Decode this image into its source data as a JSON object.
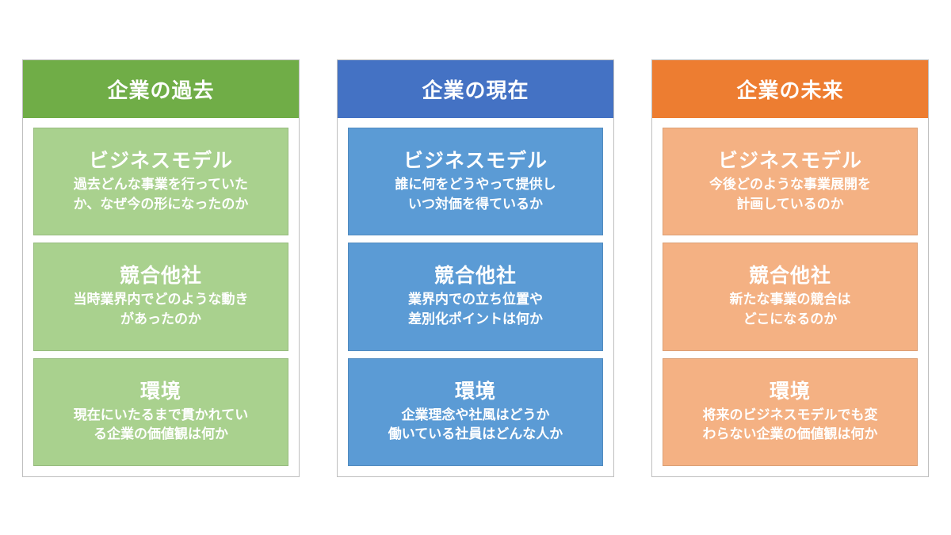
{
  "columns": [
    {
      "title": "企業の過去",
      "header_color": "#70ad47",
      "card_color": "#a9d18e",
      "cards": [
        {
          "title": "ビジネスモデル",
          "desc": "過去どんな事業を行っていた\nか、なぜ今の形になったのか"
        },
        {
          "title": "競合他社",
          "desc": "当時業界内でどのような動き\nがあったのか"
        },
        {
          "title": "環境",
          "desc": "現在にいたるまで貫かれてい\nる企業の価値観は何か"
        }
      ]
    },
    {
      "title": "企業の現在",
      "header_color": "#4472c4",
      "card_color": "#5b9bd5",
      "cards": [
        {
          "title": "ビジネスモデル",
          "desc": "誰に何をどうやって提供し\nいつ対価を得ているか"
        },
        {
          "title": "競合他社",
          "desc": "業界内での立ち位置や\n差別化ポイントは何か"
        },
        {
          "title": "環境",
          "desc": "企業理念や社風はどうか\n働いている社員はどんな人か"
        }
      ]
    },
    {
      "title": "企業の未来",
      "header_color": "#ed7d31",
      "card_color": "#f4b183",
      "cards": [
        {
          "title": "ビジネスモデル",
          "desc": "今後どのような事業展開を\n計画しているのか"
        },
        {
          "title": "競合他社",
          "desc": "新たな事業の競合は\nどこになるのか"
        },
        {
          "title": "環境",
          "desc": "将来のビジネスモデルでも変\nわらない企業の価値観は何か"
        }
      ]
    }
  ]
}
